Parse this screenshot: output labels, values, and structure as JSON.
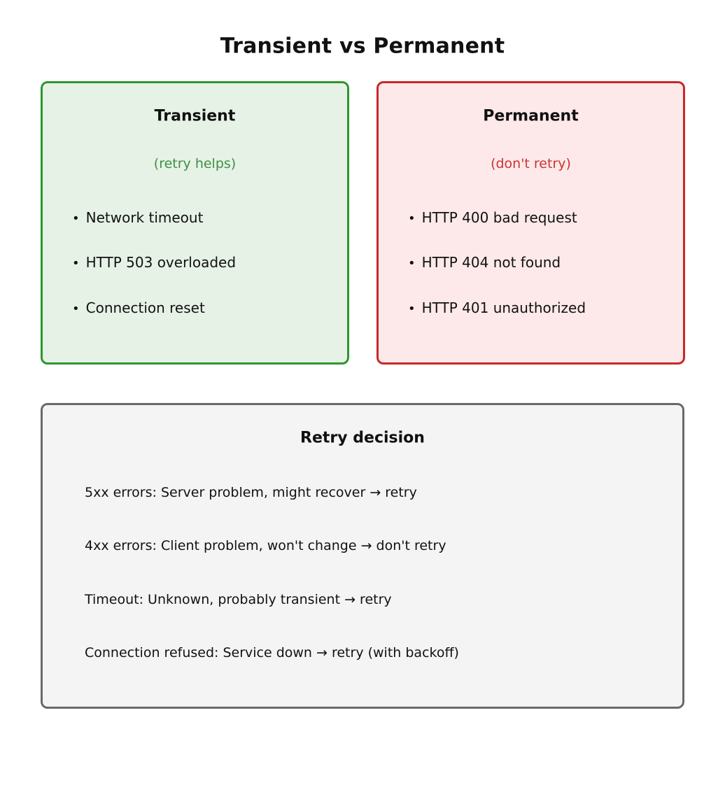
{
  "title": "Transient vs Permanent",
  "bullet_glyph": "•",
  "colors": {
    "green-border": "#2e962e",
    "green-bg": "#e7f2e7",
    "green-text": "#3d9043",
    "red-border": "#c82828",
    "red-bg": "#fde9e9",
    "red-text": "#cc3333",
    "gray-border": "#696969",
    "gray-bg": "#f4f4f4",
    "text": "#111111"
  },
  "columns": [
    {
      "heading": "Transient",
      "subtitle": "(retry helps)",
      "items": [
        "Network timeout",
        "HTTP 503 overloaded",
        "Connection reset"
      ]
    },
    {
      "heading": "Permanent",
      "subtitle": "(don't retry)",
      "items": [
        "HTTP 400 bad request",
        "HTTP 404 not found",
        "HTTP 401 unauthorized"
      ]
    }
  ],
  "decision": {
    "heading": "Retry decision",
    "rules": [
      "5xx errors: Server problem, might recover → retry",
      "4xx errors: Client problem, won't change → don't retry",
      "Timeout: Unknown, probably transient → retry",
      "Connection refused: Service down → retry (with backoff)"
    ]
  }
}
